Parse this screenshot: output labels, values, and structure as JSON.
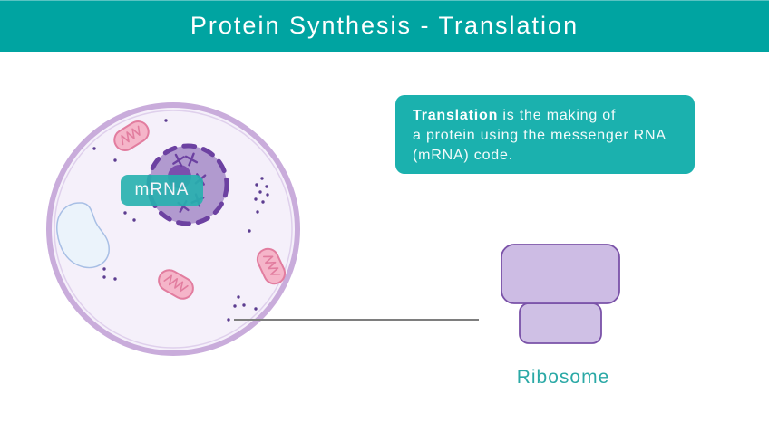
{
  "header": {
    "title": "Protein Synthesis - Translation"
  },
  "info_box": {
    "highlight": "Translation",
    "line1_rest": " is the making of",
    "line2": "a protein using the messenger RNA",
    "line3": "(mRNA) code."
  },
  "cell": {
    "mrna_label": "mRNA",
    "parts": [
      "cell membrane",
      "cytoplasm",
      "nucleus",
      "nucleolus",
      "chromosomes",
      "mitochondria",
      "vacuole",
      "ribosome dots"
    ]
  },
  "ribosome": {
    "label": "Ribosome"
  },
  "colors": {
    "page_bg": "#FFFFFF",
    "header_bg": "#00A4A1",
    "info_box_bg": "#1BB1AE",
    "mrna_bg": "#26B1AF",
    "teal_text": "#2BA9A6",
    "white": "#FFFFFF",
    "membrane": "#C9ACDB",
    "membrane_inner": "#DFD0EC",
    "cytoplasm": "#F5F0FA",
    "nucleus_fill": "#B19ACF",
    "nucleus_border": "#6C41A1",
    "nucleolus": "#7C4FAD",
    "chromosome": "#6C41A1",
    "mito_fill": "#F5B5C9",
    "mito_stroke": "#E27D9F",
    "vacuole_fill": "#EBF3FB",
    "vacuole_stroke": "#A8BFE5",
    "ribosome_fill": "#CDBCE4",
    "ribosome_fill_small": "#CFC0E5",
    "ribosome_stroke": "#7A52A8",
    "dot": "#5C3D90",
    "connector": "#7E7E7E"
  }
}
